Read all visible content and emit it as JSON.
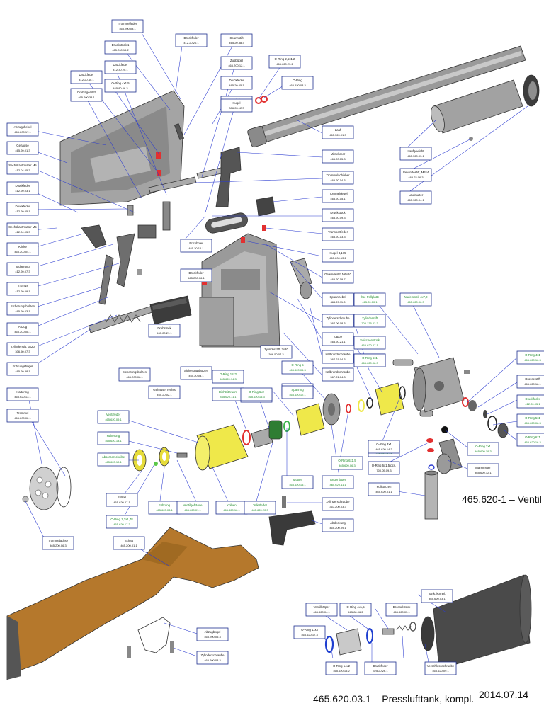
{
  "captions": {
    "ventil": "465.620-1 – Ventil",
    "tank": "465.620.03.1 – Presslufttank, kompl.",
    "date": "2014.07.14"
  },
  "colors": {
    "leader": "#2b3bd0",
    "label_border": "#1f2f8f",
    "yellow_part": "#efe84a",
    "red_oring": "#e23030",
    "stock": "#b5782c",
    "metal": "#9a9a9a"
  },
  "labels": [
    {
      "id": "trommelfeder-top",
      "name": "Trommelfeder",
      "num": "465.200.03.1",
      "green": false
    },
    {
      "id": "druckfeder-1",
      "name": "Druckfeder",
      "num": "412.20.20.1",
      "green": false
    },
    {
      "id": "druckstueck-1",
      "name": "Druckstück 1",
      "num": "465.200.15.2",
      "green": false
    },
    {
      "id": "spannstift-1",
      "name": "Spannstift",
      "num": "465.20.38.3",
      "green": false
    },
    {
      "id": "druckfeder-2",
      "name": "Druckfeder",
      "num": "412.30.20.1",
      "green": false
    },
    {
      "id": "zugbuegel",
      "name": "Zugbügel",
      "num": "465.200.12.1",
      "green": false
    },
    {
      "id": "oring-top",
      "name": "O-Ring 2,5x1,2",
      "num": "465.620.23.2",
      "green": false
    },
    {
      "id": "oring-2",
      "name": "O-Ring",
      "num": "465.520.03.3",
      "green": false
    },
    {
      "id": "oring-4x1",
      "name": "O-Ring 4x1,5",
      "num": "465.80.06.3",
      "green": false
    },
    {
      "id": "druckfeder-3",
      "name": "Druckfeder",
      "num": "412.20.40.1",
      "green": false
    },
    {
      "id": "druckfeder-4",
      "name": "Druckfeder",
      "num": "465.20.05.1",
      "green": false
    },
    {
      "id": "drehlagerstift",
      "name": "Drehlagerstift",
      "num": "465.200.38.1",
      "green": false
    },
    {
      "id": "zugfeder",
      "name": "Zugfeder",
      "num": "468.200.05.1",
      "green": false
    },
    {
      "id": "kugel",
      "name": "Kugel",
      "num": "306.03.12.3",
      "green": false
    },
    {
      "id": "abzugshebel",
      "name": "Abzugshebel",
      "num": "465.200.17.1",
      "green": false
    },
    {
      "id": "gehaeuse",
      "name": "Gehäuse",
      "num": "465.20.01.3",
      "green": false
    },
    {
      "id": "sechskantmutter",
      "name": "Sechskantmutter M5",
      "num": "412.04.05.3",
      "green": false
    },
    {
      "id": "druckfeder-5",
      "name": "Druckfeder",
      "num": "412.20.03.1",
      "green": false
    },
    {
      "id": "druckfeder-6",
      "name": "Druckfeder",
      "num": "412.20.05.1",
      "green": false
    },
    {
      "id": "sechskantmutter-2",
      "name": "Sechskantmutter M5",
      "num": "412.04.05.3",
      "green": false
    },
    {
      "id": "klinke",
      "name": "Klinke",
      "num": "465.200.04.1",
      "green": false
    },
    {
      "id": "sicherung",
      "name": "Sicherung",
      "num": "412.20.07.3",
      "green": false
    },
    {
      "id": "kontaktt",
      "name": "Kontakt",
      "num": "412.20.09.1",
      "green": false
    },
    {
      "id": "sicherungsbolzen",
      "name": "Sicherungsbolzen",
      "num": "465.20.03.1",
      "green": false
    },
    {
      "id": "abzug",
      "name": "Abzug",
      "num": "465.200.08.1",
      "green": false
    },
    {
      "id": "zylinderstift",
      "name": "Zylinderstift, 3x20",
      "num": "306.50.07.3",
      "green": false
    },
    {
      "id": "fuehrungsbuegel",
      "name": "Führungsbügel",
      "num": "465.20.38.1",
      "green": false
    },
    {
      "id": "lauf",
      "name": "Lauf",
      "num": "465.520.01.3",
      "green": false
    },
    {
      "id": "mitnehmer",
      "name": "Mitnehmer",
      "num": "465.20.15.3",
      "green": false
    },
    {
      "id": "trommelschieber",
      "name": "Trommelschieber",
      "num": "465.20.14.3",
      "green": false
    },
    {
      "id": "trommelriegel",
      "name": "Trommelriegel",
      "num": "465.20.15.1",
      "green": false
    },
    {
      "id": "druckstueck-2",
      "name": "Druckstück",
      "num": "465.20.09.3",
      "green": false
    },
    {
      "id": "transportfeder",
      "name": "Transportfeder",
      "num": "465.20.13.3",
      "green": false
    },
    {
      "id": "kugel-2",
      "name": "Kugel 3,175",
      "num": "465.200.13.2",
      "green": false
    },
    {
      "id": "gewindestift",
      "name": "Gewindestift M6x10",
      "num": "465.20.19.7",
      "green": false
    },
    {
      "id": "laufgewicht",
      "name": "Laufgewicht",
      "num": "465.520.03.1",
      "green": false
    },
    {
      "id": "gewindestift-2",
      "name": "Gewindestift, M4x4",
      "num": "465.22.06.3",
      "green": false
    },
    {
      "id": "laufmutter",
      "name": "Laufmutter",
      "num": "465.320.04.1",
      "green": false
    },
    {
      "id": "rueckholer",
      "name": "Rückholer",
      "num": "465.20.16.1",
      "green": false
    },
    {
      "id": "spannhebel",
      "name": "Spannhebel",
      "num": "465.20.11.3",
      "green": false
    },
    {
      "id": "oesenplatte",
      "name": "Öse-Füllplatte",
      "num": "465.20.10.1",
      "green": true
    },
    {
      "id": "nadelstueck",
      "name": "Nadelstück 4x7,0",
      "num": "465.620.06.3",
      "green": true
    },
    {
      "id": "zylinderstift-2",
      "name": "Zylinderstift",
      "num": "705.135.03.3",
      "green": true
    },
    {
      "id": "zylinderschraube",
      "name": "Zylinderschraube",
      "num": "367.06.08.3",
      "green": false
    },
    {
      "id": "kappe",
      "name": "Kappe",
      "num": "465.20.21.1",
      "green": false
    },
    {
      "id": "halbrundschraube",
      "name": "Halbrundschraube",
      "num": "367.21.04.3",
      "green": false
    },
    {
      "id": "zwischenstueck",
      "name": "Zwischenstück",
      "num": "465.620.07.1",
      "green": true
    },
    {
      "id": "oring-10",
      "name": "O-Ring 10x1,5",
      "num": "465.80.05.3",
      "green": true
    },
    {
      "id": "halbrundschraube-2",
      "name": "Halbrundschraube",
      "num": "367.21.04.3",
      "green": false
    },
    {
      "id": "oring-5",
      "name": "O-Ring 5",
      "num": "465.620.05.3",
      "green": true
    },
    {
      "id": "druckfeder-7",
      "name": "Druckfeder",
      "num": "465.200.06.1",
      "green": false
    },
    {
      "id": "halterung",
      "name": "Halterung",
      "num": "465.620.16.1",
      "green": true
    },
    {
      "id": "drosselstift",
      "name": "Drosselstift",
      "num": "465.620.18.1",
      "green": false
    },
    {
      "id": "oring-small",
      "name": "O-Ring 4x1",
      "num": "465.620.16.3",
      "green": true
    },
    {
      "id": "druckfeder-8",
      "name": "Druckfeder",
      "num": "412.20.05.1",
      "green": true
    },
    {
      "id": "drehstueck",
      "name": "Drehstück",
      "num": "465.20.21.1",
      "green": false
    },
    {
      "id": "sicherungsbolzen-2",
      "name": "Sicherungsbolzen",
      "num": "465.200.08.1",
      "green": false
    },
    {
      "id": "sicherungsbolzen-3",
      "name": "Sicherungsbolzen",
      "num": "465.20.03.1",
      "green": false
    },
    {
      "id": "oring-5b",
      "name": "O-Ring 5x1",
      "num": "465.620.08.3",
      "green": true
    },
    {
      "id": "oring-6x1",
      "name": "O-Ring 6x1",
      "num": "465.620.16.3",
      "green": true
    },
    {
      "id": "gehaeuse-rechts",
      "name": "Gehäuse, rechts",
      "num": "465.20.02.1",
      "green": false
    },
    {
      "id": "mutter",
      "name": "Mutter",
      "num": "465.620.07.1",
      "green": true
    },
    {
      "id": "dichtsitzraum",
      "name": "Dichtsitzraum",
      "num": "465.620.11.1",
      "green": true
    },
    {
      "id": "zylinderstift-3",
      "name": "Zylinderstift, 3x20",
      "num": "306.50.07.3",
      "green": false
    },
    {
      "id": "haltering",
      "name": "Haltering",
      "num": "465.620.13.1",
      "green": false
    },
    {
      "id": "oring-15",
      "name": "O-Ring 15x2",
      "num": "465.620.14.3",
      "green": true
    },
    {
      "id": "oring-6x2",
      "name": "O-Ring 6x2",
      "num": "465.620.15.3",
      "green": true
    },
    {
      "id": "spanring",
      "name": "Spanring",
      "num": "465.620.12.1",
      "green": true
    },
    {
      "id": "trommel",
      "name": "Trommel",
      "num": "465.200.02.1",
      "green": false
    },
    {
      "id": "ventilfeder",
      "name": "Ventilfeder",
      "num": "465.620.09.1",
      "green": true
    },
    {
      "id": "halterung-2",
      "name": "Halterung",
      "num": "465.620.13.1",
      "green": true
    },
    {
      "id": "absorberscheibe",
      "name": "Absorberscheibe",
      "num": "465.620.10.1",
      "green": true
    },
    {
      "id": "oring-8",
      "name": "O-Ring 8x1",
      "num": "465.620.17.3",
      "green": true
    },
    {
      "id": "oring-6x1-2",
      "name": "O-Ring 6x1,5",
      "num": "465.620.06.3",
      "green": true
    },
    {
      "id": "oring-6x1-3",
      "name": "O-Ring 6x1",
      "num": "465.620.08.3",
      "green": true
    },
    {
      "id": "oring-3x1",
      "name": "O-Ring 3x1",
      "num": "465.620.19.3",
      "green": true
    },
    {
      "id": "stoessel",
      "name": "Stößel",
      "num": "465.620.07.1",
      "green": false
    },
    {
      "id": "fuehrung",
      "name": "Führung",
      "num": "465.620.03.1",
      "green": true
    },
    {
      "id": "ventilgehaeuse",
      "name": "Ventilgehäuse",
      "num": "465.620.01.1",
      "green": true
    },
    {
      "id": "kolben",
      "name": "Kolben",
      "num": "465.620.16.1",
      "green": true
    },
    {
      "id": "tellerfeder",
      "name": "Tellerfeder",
      "num": "465.620.20.3",
      "green": true
    },
    {
      "id": "mutter-2",
      "name": "Mutter",
      "num": "465.620.15.1",
      "green": true
    },
    {
      "id": "gegenlager",
      "name": "Gegenlager",
      "num": "465.620.11.1",
      "green": true
    },
    {
      "id": "oring-6x1-5",
      "name": "O-Ring 6x1,5 pcs.",
      "num": "700.05.09.3",
      "green": false
    },
    {
      "id": "fuellstutzen",
      "name": "Füllstutzen",
      "num": "465.620.01.1",
      "green": false
    },
    {
      "id": "manometer",
      "name": "Manometer",
      "num": "465.620.12.1",
      "green": false
    },
    {
      "id": "oring-3x1-2",
      "name": "O-Ring 3x1",
      "num": "465.620.14.3",
      "green": false
    },
    {
      "id": "zylinderschraube-2",
      "name": "Zylinderschraube",
      "num": "367.200.03.3",
      "green": false
    },
    {
      "id": "abdeckung",
      "name": "Abdeckung",
      "num": "465.200.09.1",
      "green": false
    },
    {
      "id": "trommelachse",
      "name": "Trommelachse",
      "num": "465.200.06.3",
      "green": false
    },
    {
      "id": "oring-1-2x1",
      "name": "O-Ring 1,2x1,78",
      "num": "465.620.17.3",
      "green": true
    },
    {
      "id": "schaft",
      "name": "Schaft",
      "num": "465.200.01.1",
      "green": false
    },
    {
      "id": "abzugbuegel",
      "name": "Abzugbügel",
      "num": "465.200.05.3",
      "green": false
    },
    {
      "id": "zylinderschraube-3",
      "name": "Zylinderschraube",
      "num": "465.200.03.3",
      "green": false
    },
    {
      "id": "ventilkoerper",
      "name": "Ventilkörper",
      "num": "465.620.04.1",
      "green": false
    },
    {
      "id": "oring-4x1-5",
      "name": "O-Ring 4x1,5",
      "num": "465.80.06.2",
      "green": false
    },
    {
      "id": "drosselstueck",
      "name": "Drosselstück",
      "num": "465.620.05.1",
      "green": false
    },
    {
      "id": "tank",
      "name": "Tank, kompl.",
      "num": "465.620.03.1",
      "green": false
    },
    {
      "id": "oring-11",
      "name": "O-Ring 11x3",
      "num": "465.620.17.3",
      "green": false
    },
    {
      "id": "oring-14",
      "name": "O-Ring 14x2",
      "num": "465.620.15.2",
      "green": false
    },
    {
      "id": "druckfeder-9",
      "name": "Druckfeder",
      "num": "325.20.26.1",
      "green": false
    },
    {
      "id": "verschlussschraube",
      "name": "Verschlussschraube",
      "num": "465.620.09.1",
      "green": false
    }
  ]
}
